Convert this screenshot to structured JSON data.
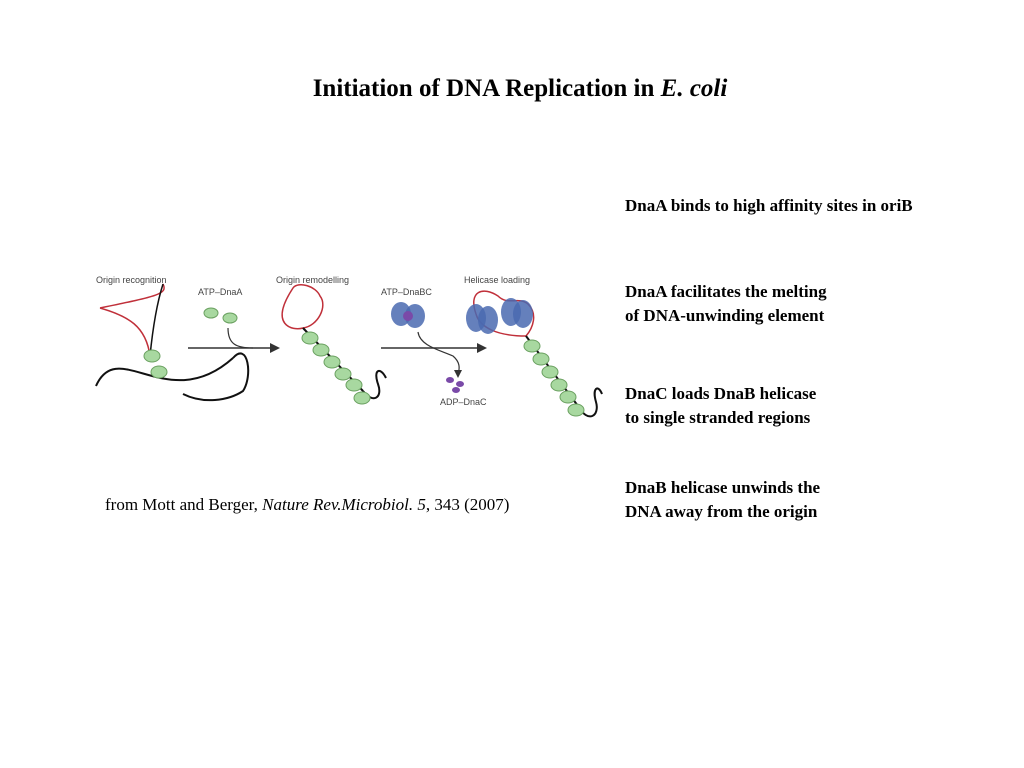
{
  "slide": {
    "title_main": "Initiation of DNA Replication in ",
    "title_italic": "E. coli"
  },
  "steps": [
    {
      "lines": [
        "DnaA binds to high affinity sites in oriB"
      ]
    },
    {
      "lines": [
        "DnaA facilitates the melting",
        "of DNA-unwinding element"
      ]
    },
    {
      "lines": [
        "DnaC loads DnaB helicase",
        "to single stranded regions"
      ]
    },
    {
      "lines": [
        "DnaB helicase unwinds the",
        "DNA away from the origin"
      ]
    }
  ],
  "citation": {
    "prefix": "from Mott and Berger, ",
    "journal": "Nature Rev.Microbiol. 5",
    "suffix": ", 343 (2007)"
  },
  "figure": {
    "panel_labels": [
      "Origin recognition",
      "Origin remodelling",
      "Helicase loading"
    ],
    "reagent_labels": [
      "ATP–DnaA",
      "ATP–DnaBC",
      "ADP–DnaC"
    ],
    "colors": {
      "dna": "#111111",
      "unwound_strand": "#c0303a",
      "dnaa": "#a8d8a0",
      "dnaa_stroke": "#6aa060",
      "dnab": "#4a6ab0",
      "dnac": "#7a4aa8",
      "arrow": "#333333"
    }
  }
}
